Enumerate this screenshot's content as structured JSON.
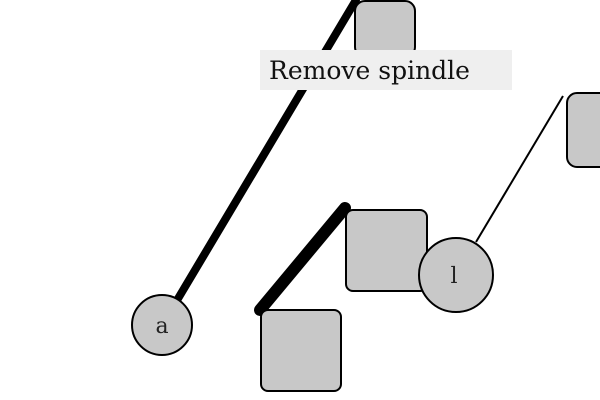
{
  "tooltip": {
    "text": "Remove spindle"
  },
  "nodes": {
    "a": {
      "label": "a"
    },
    "l": {
      "label": "l"
    }
  },
  "colors": {
    "node_fill": "#c8c8c8",
    "stroke": "#000000",
    "tooltip_bg": "#efefef"
  }
}
